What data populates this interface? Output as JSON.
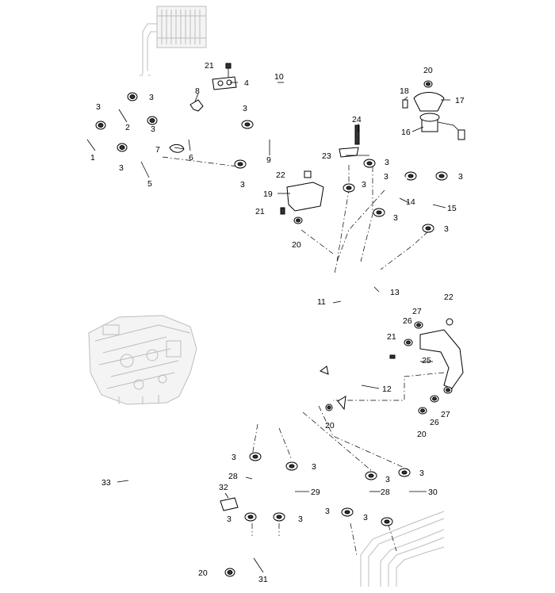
{
  "callouts": [
    {
      "id": "c1",
      "text": "1"
    },
    {
      "id": "c2",
      "text": "2"
    },
    {
      "id": "c3",
      "text": "3"
    },
    {
      "id": "c4",
      "text": "4"
    },
    {
      "id": "c5",
      "text": "5"
    },
    {
      "id": "c6",
      "text": "6"
    },
    {
      "id": "c7",
      "text": "7"
    },
    {
      "id": "c8",
      "text": "8"
    },
    {
      "id": "c9",
      "text": "9"
    },
    {
      "id": "c10",
      "text": "10"
    },
    {
      "id": "c11",
      "text": "11"
    },
    {
      "id": "c12",
      "text": "12"
    },
    {
      "id": "c13",
      "text": "13"
    },
    {
      "id": "c14",
      "text": "14"
    },
    {
      "id": "c15",
      "text": "15"
    },
    {
      "id": "c16",
      "text": "16"
    },
    {
      "id": "c17",
      "text": "17"
    },
    {
      "id": "c18",
      "text": "18"
    },
    {
      "id": "c19",
      "text": "19"
    },
    {
      "id": "c20",
      "text": "20"
    },
    {
      "id": "c21",
      "text": "21"
    },
    {
      "id": "c22",
      "text": "22"
    },
    {
      "id": "c23",
      "text": "23"
    },
    {
      "id": "c24",
      "text": "24"
    },
    {
      "id": "c25",
      "text": "25"
    },
    {
      "id": "c26",
      "text": "26"
    },
    {
      "id": "c27",
      "text": "27"
    },
    {
      "id": "c28",
      "text": "28"
    },
    {
      "id": "c29",
      "text": "29"
    },
    {
      "id": "c30",
      "text": "30"
    },
    {
      "id": "c31",
      "text": "31"
    },
    {
      "id": "c32",
      "text": "32"
    },
    {
      "id": "c33",
      "text": "33"
    }
  ]
}
